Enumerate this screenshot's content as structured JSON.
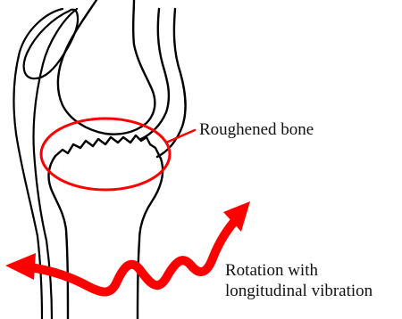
{
  "annotations": {
    "roughened_bone": "Roughened bone",
    "rotation_line1": "Rotation with",
    "rotation_line2": "longitudinal vibration"
  },
  "colors": {
    "highlight": "#ff0000",
    "outline": "#000000",
    "background": "#ffffff"
  }
}
